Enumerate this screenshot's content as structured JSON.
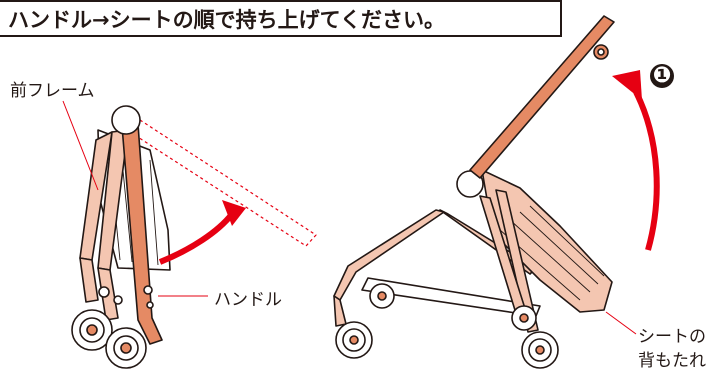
{
  "instruction": {
    "title": "ハンドル→シートの順で持ち上げてください。"
  },
  "labels": {
    "front_frame": "前フレーム",
    "handle": "ハンドル",
    "seat_back_line1": "シートの",
    "seat_back_line2": "背もたれ",
    "step_number": "❶"
  },
  "colors": {
    "frame_fill": "#f4c6b1",
    "handle_fill": "#e58a64",
    "arrow_red": "#e60012",
    "outline": "#231815",
    "wheel_fill": "#ffffff",
    "seat_fill": "#f4c6b1"
  }
}
